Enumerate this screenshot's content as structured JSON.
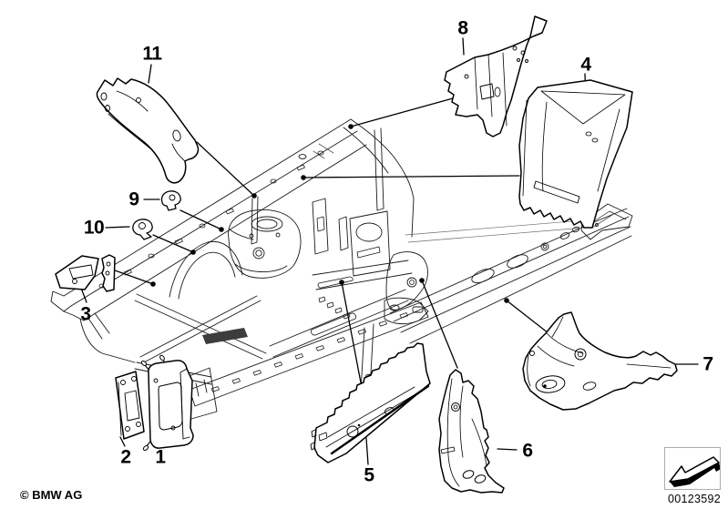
{
  "diagram": {
    "title": "front body bracket parts diagram",
    "colors": {
      "background": "#ffffff",
      "line": "#1a1a1a",
      "callout_text": "#000000"
    },
    "callouts": {
      "labels": [
        "1",
        "2",
        "3",
        "4",
        "5",
        "6",
        "7",
        "8",
        "9",
        "10",
        "11"
      ]
    },
    "footer": {
      "copyright": "© BMW AG",
      "document_number": "00123592"
    },
    "legend_icon": {
      "name": "direction-arrow-icon"
    }
  }
}
